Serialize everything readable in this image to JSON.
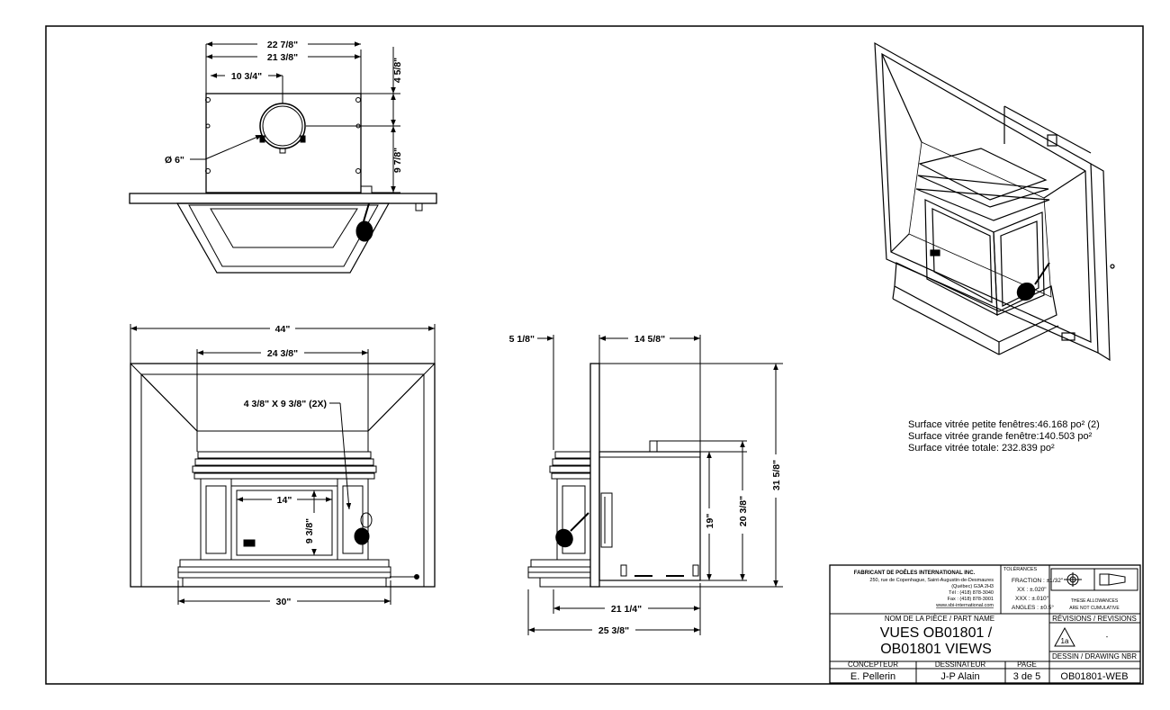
{
  "top_view": {
    "dims": {
      "overall_width": "22 7/8\"",
      "body_width": "21 3/8\"",
      "flue_offset_x": "10 3/4\"",
      "flue_offset_top": "4 5/8\"",
      "flue_diameter": "Ø 6\"",
      "body_depth": "9 7/8\""
    }
  },
  "front_view": {
    "dims": {
      "overall_width": "44\"",
      "opening_width": "24 3/8\"",
      "small_windows": "4 3/8\" X 9 3/8\" (2X)",
      "glass_width": "14\"",
      "glass_height": "9 3/8\"",
      "base_width": "30\""
    }
  },
  "side_view": {
    "dims": {
      "front_projection": "5 1/8\"",
      "rear_depth": "14 5/8\"",
      "body_height": "20 3/8\"",
      "overall_height": "31 5/8\"",
      "inner_height": "19\"",
      "body_depth": "21 1/4\"",
      "overall_depth": "25 3/8\""
    }
  },
  "glass_notes": [
    "Surface vitrée petite fenêtres:46.168 po² (2)",
    "Surface vitrée grande fenêtre:140.503 po²",
    "Surface vitrée totale: 232.839 po²"
  ],
  "title_block": {
    "company_name": "FABRICANT DE POÊLES INTERNATIONAL INC.",
    "address_1": "250, rue de Copenhague, Saint-Augustin-de-Desmaures",
    "address_2": "(Québec) G3A 2H3",
    "phone": "Tél : (418) 878-3040",
    "fax": "Fax : (418) 878-3001",
    "website": "www.sbi-international.com",
    "tolerances_label": "TOLÉRANCES",
    "tol_fraction": "FRACTION : ±1/32\"",
    "tol_xx": "XX : ±.020\"",
    "tol_xxx": "XXX : ±.010\"",
    "tol_angles": "ANGLES : ±0.5°",
    "allowance_1": "THESE ALLOWANCES",
    "allowance_2": "ARE NOT CUMULATIVE",
    "part_name_label": "NOM DE LA PIÈCE / PART NAME",
    "part_name_1": "VUES OB01801 /",
    "part_name_2": "OB01801 VIEWS",
    "revisions_label": "RÉVISIONS / REVISIONS",
    "revision": "1a",
    "revision_note": "-",
    "designer_label": "CONCEPTEUR",
    "designer": "E. Pellerin",
    "drafter_label": "DESSINATEUR",
    "drafter": "J-P Alain",
    "page_label": "PAGE",
    "page": "3 de 5",
    "drawing_number_label": "DESSIN / DRAWING NBR",
    "drawing_number": "OB01801-WEB"
  }
}
